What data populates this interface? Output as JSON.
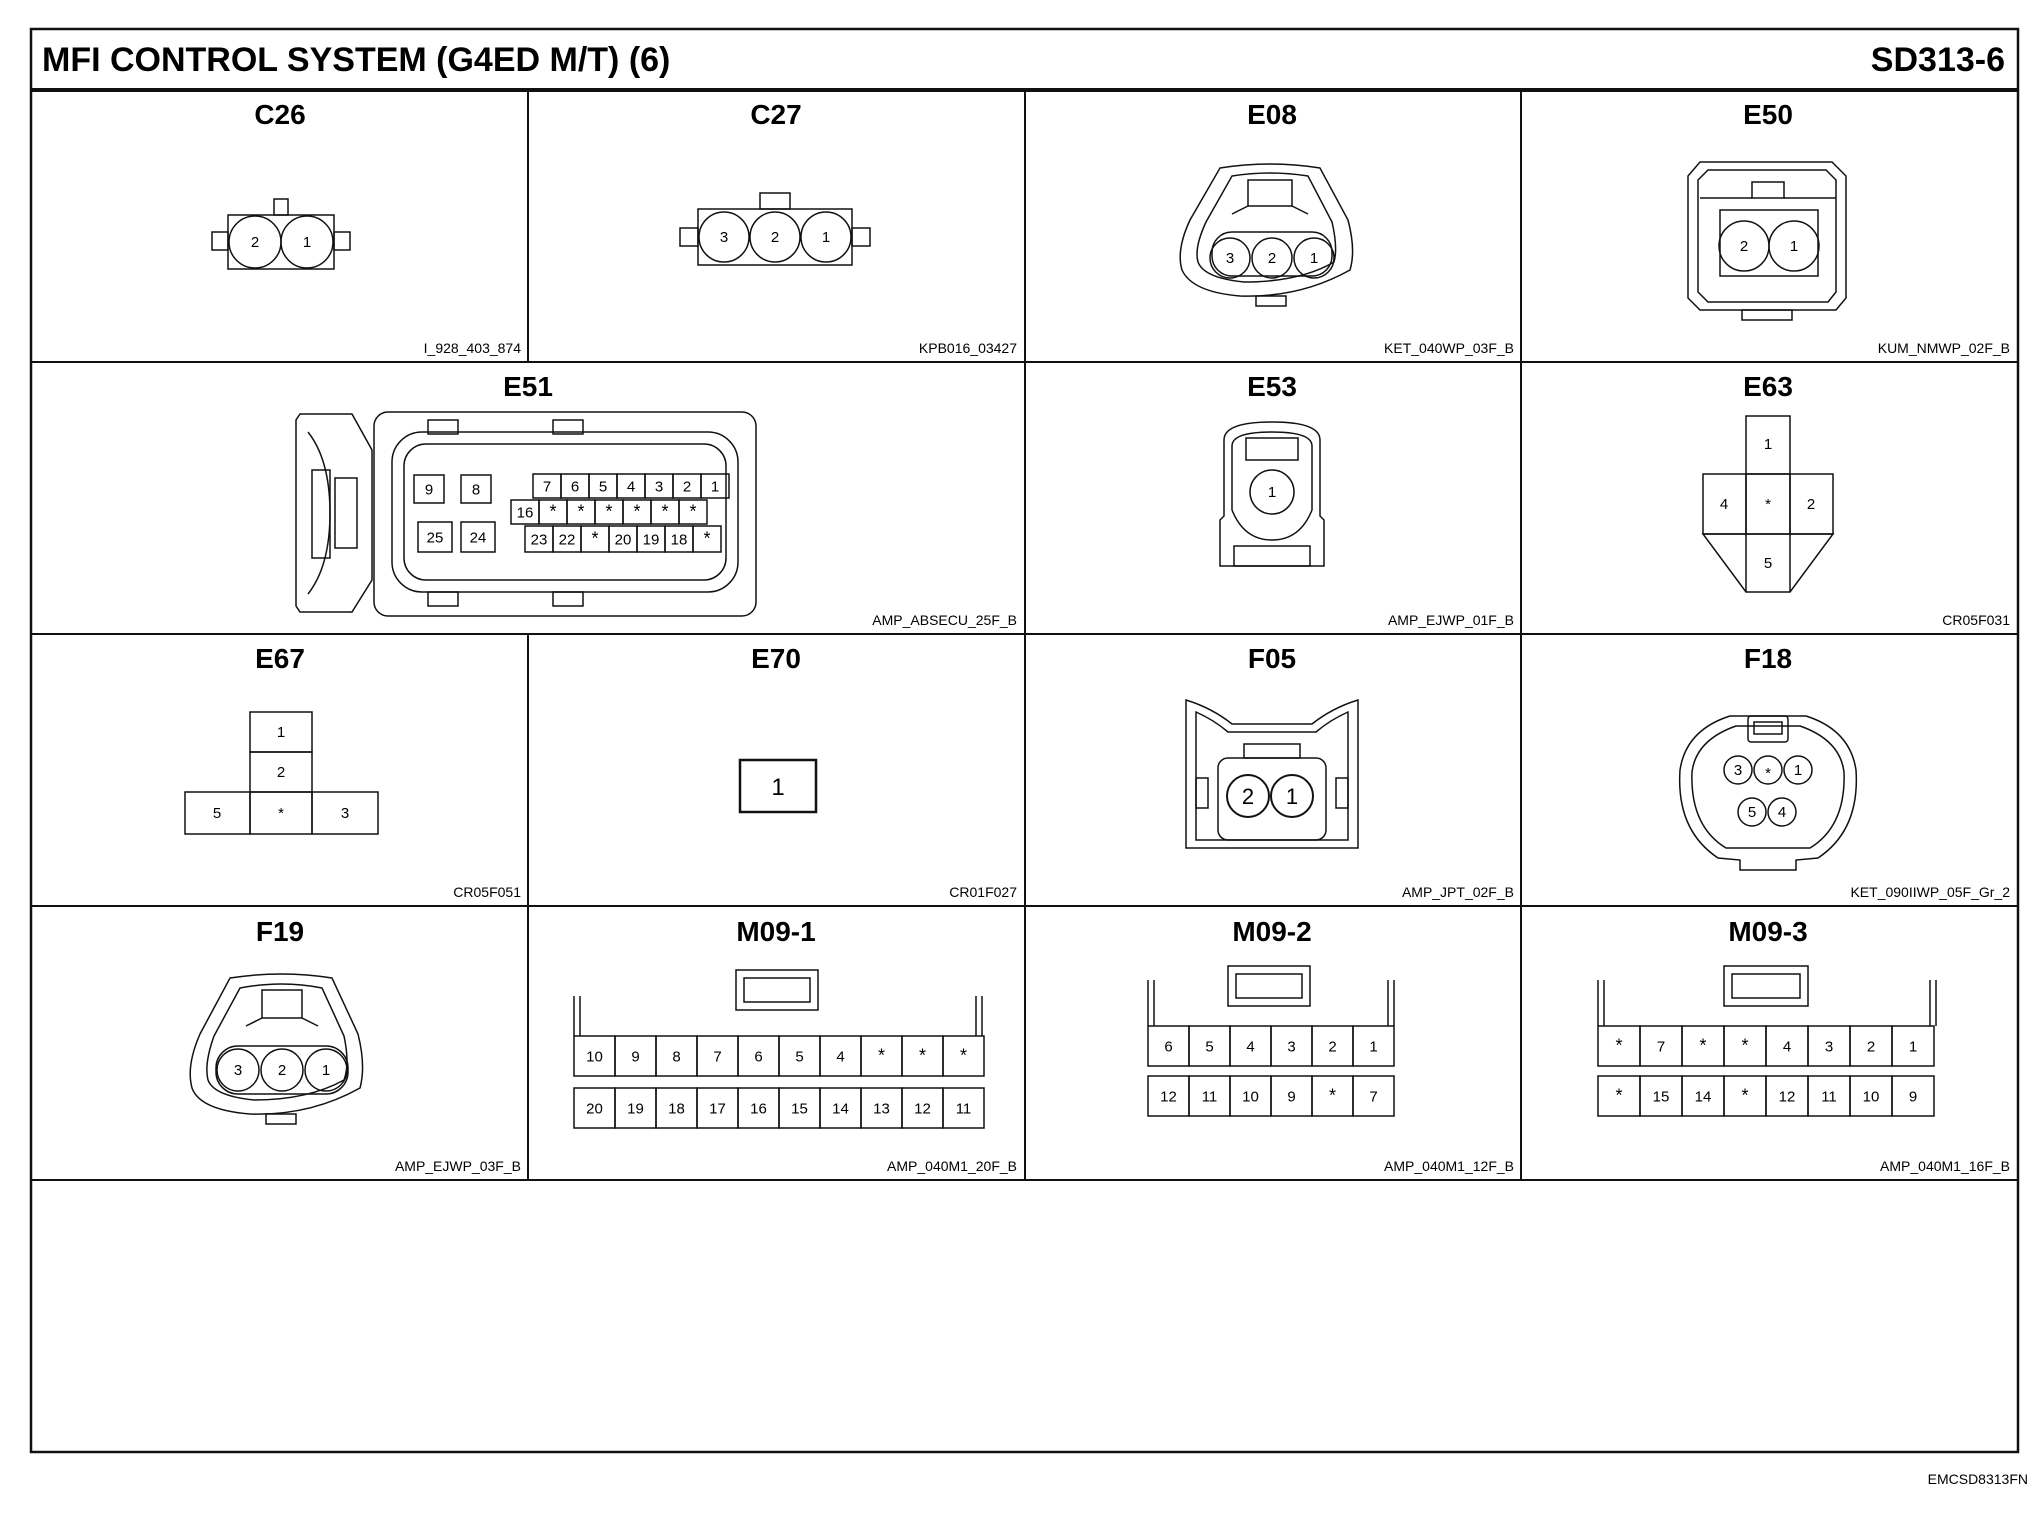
{
  "header": {
    "title": "MFI CONTROL SYSTEM (G4ED M/T) (6)",
    "page_code": "SD313-6"
  },
  "footer": {
    "code": "EMCSD8313FN"
  },
  "connectors": [
    {
      "id": "C26",
      "part": "I_928_403_874",
      "pins": [
        "2",
        "1"
      ]
    },
    {
      "id": "C27",
      "part": "KPB016_03427",
      "pins": [
        "3",
        "2",
        "1"
      ]
    },
    {
      "id": "E08",
      "part": "KET_040WP_03F_B",
      "pins": [
        "3",
        "2",
        "1"
      ]
    },
    {
      "id": "E50",
      "part": "KUM_NMWP_02F_B",
      "pins": [
        "2",
        "1"
      ]
    },
    {
      "id": "E51",
      "part": "AMP_ABSECU_25F_B",
      "left_pins": [
        "9",
        "8",
        "25",
        "24"
      ],
      "row1": [
        "7",
        "6",
        "5",
        "4",
        "3",
        "2",
        "1"
      ],
      "row2": [
        "16",
        "*",
        "*",
        "*",
        "*",
        "*",
        "*"
      ],
      "row3": [
        "23",
        "22",
        "*",
        "20",
        "19",
        "18",
        "*"
      ]
    },
    {
      "id": "E53",
      "part": "AMP_EJWP_01F_B",
      "pins": [
        "1"
      ]
    },
    {
      "id": "E63",
      "part": "CR05F031",
      "pins": [
        "1",
        "4",
        "*",
        "2",
        "5"
      ]
    },
    {
      "id": "E67",
      "part": "CR05F051",
      "pins": [
        "1",
        "2",
        "5",
        "*",
        "3"
      ]
    },
    {
      "id": "E70",
      "part": "CR01F027",
      "pins": [
        "1"
      ]
    },
    {
      "id": "F05",
      "part": "AMP_JPT_02F_B",
      "pins": [
        "2",
        "1"
      ]
    },
    {
      "id": "F18",
      "part": "KET_090IIWP_05F_Gr_2",
      "pins": [
        "3",
        "*",
        "1",
        "5",
        "4"
      ]
    },
    {
      "id": "F19",
      "part": "AMP_EJWP_03F_B",
      "pins": [
        "3",
        "2",
        "1"
      ]
    },
    {
      "id": "M09-1",
      "part": "AMP_040M1_20F_B",
      "row1": [
        "10",
        "9",
        "8",
        "7",
        "6",
        "5",
        "4",
        "*",
        "*",
        "*"
      ],
      "row2": [
        "20",
        "19",
        "18",
        "17",
        "16",
        "15",
        "14",
        "13",
        "12",
        "11"
      ]
    },
    {
      "id": "M09-2",
      "part": "AMP_040M1_12F_B",
      "row1": [
        "6",
        "5",
        "4",
        "3",
        "2",
        "1"
      ],
      "row2": [
        "12",
        "11",
        "10",
        "9",
        "*",
        "7"
      ]
    },
    {
      "id": "M09-3",
      "part": "AMP_040M1_16F_B",
      "row1": [
        "*",
        "7",
        "*",
        "*",
        "4",
        "3",
        "2",
        "1"
      ],
      "row2": [
        "*",
        "15",
        "14",
        "*",
        "12",
        "11",
        "10",
        "9"
      ]
    }
  ]
}
